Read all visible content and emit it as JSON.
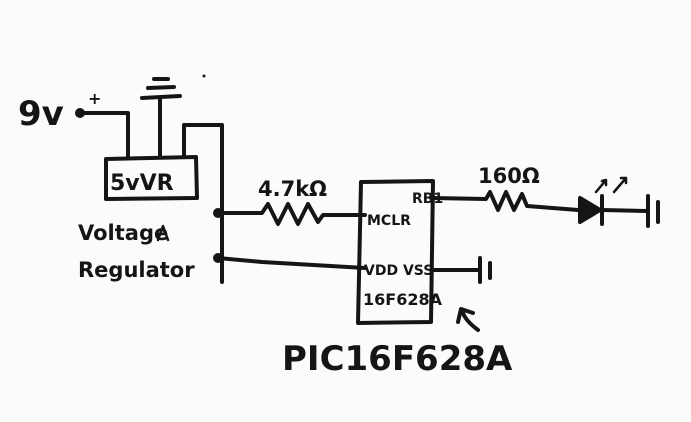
{
  "schematic": {
    "supply_label": "9v",
    "supply_polarity": "+",
    "regulator_box_label": "5vVR",
    "regulator_caption_line1": "Voltage",
    "regulator_caption_line2": "Regulator",
    "resistor1_value": "4.7kΩ",
    "resistor2_value": "160Ω",
    "pin_mclr": "MCLR",
    "pin_rb1": "RB1",
    "pin_vdd_vss": "VDD VSS",
    "chip_marking": "16F628A",
    "chip_caption": "PIC16F628A",
    "ground_mark": "||"
  },
  "colors": {
    "ink": "#151515",
    "paper": "#fbfbf9"
  }
}
